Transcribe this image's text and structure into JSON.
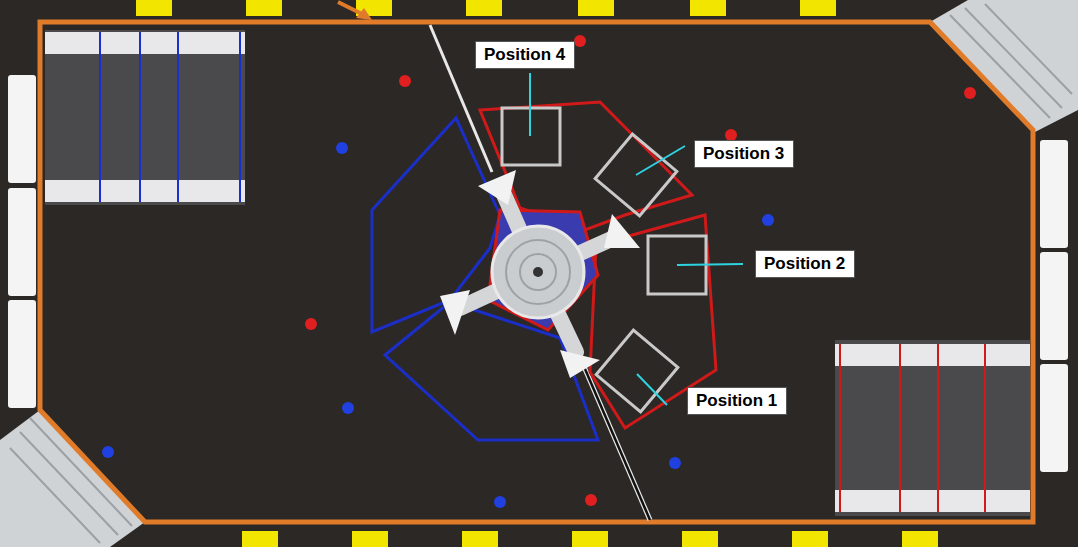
{
  "diagram": {
    "nodes": [
      {
        "text": [
          "Position 4"
        ]
      },
      {
        "text": [
          "Position 3"
        ]
      },
      {
        "text": [
          "Position 2"
        ]
      },
      {
        "text": [
          "Position 1"
        ]
      }
    ]
  }
}
